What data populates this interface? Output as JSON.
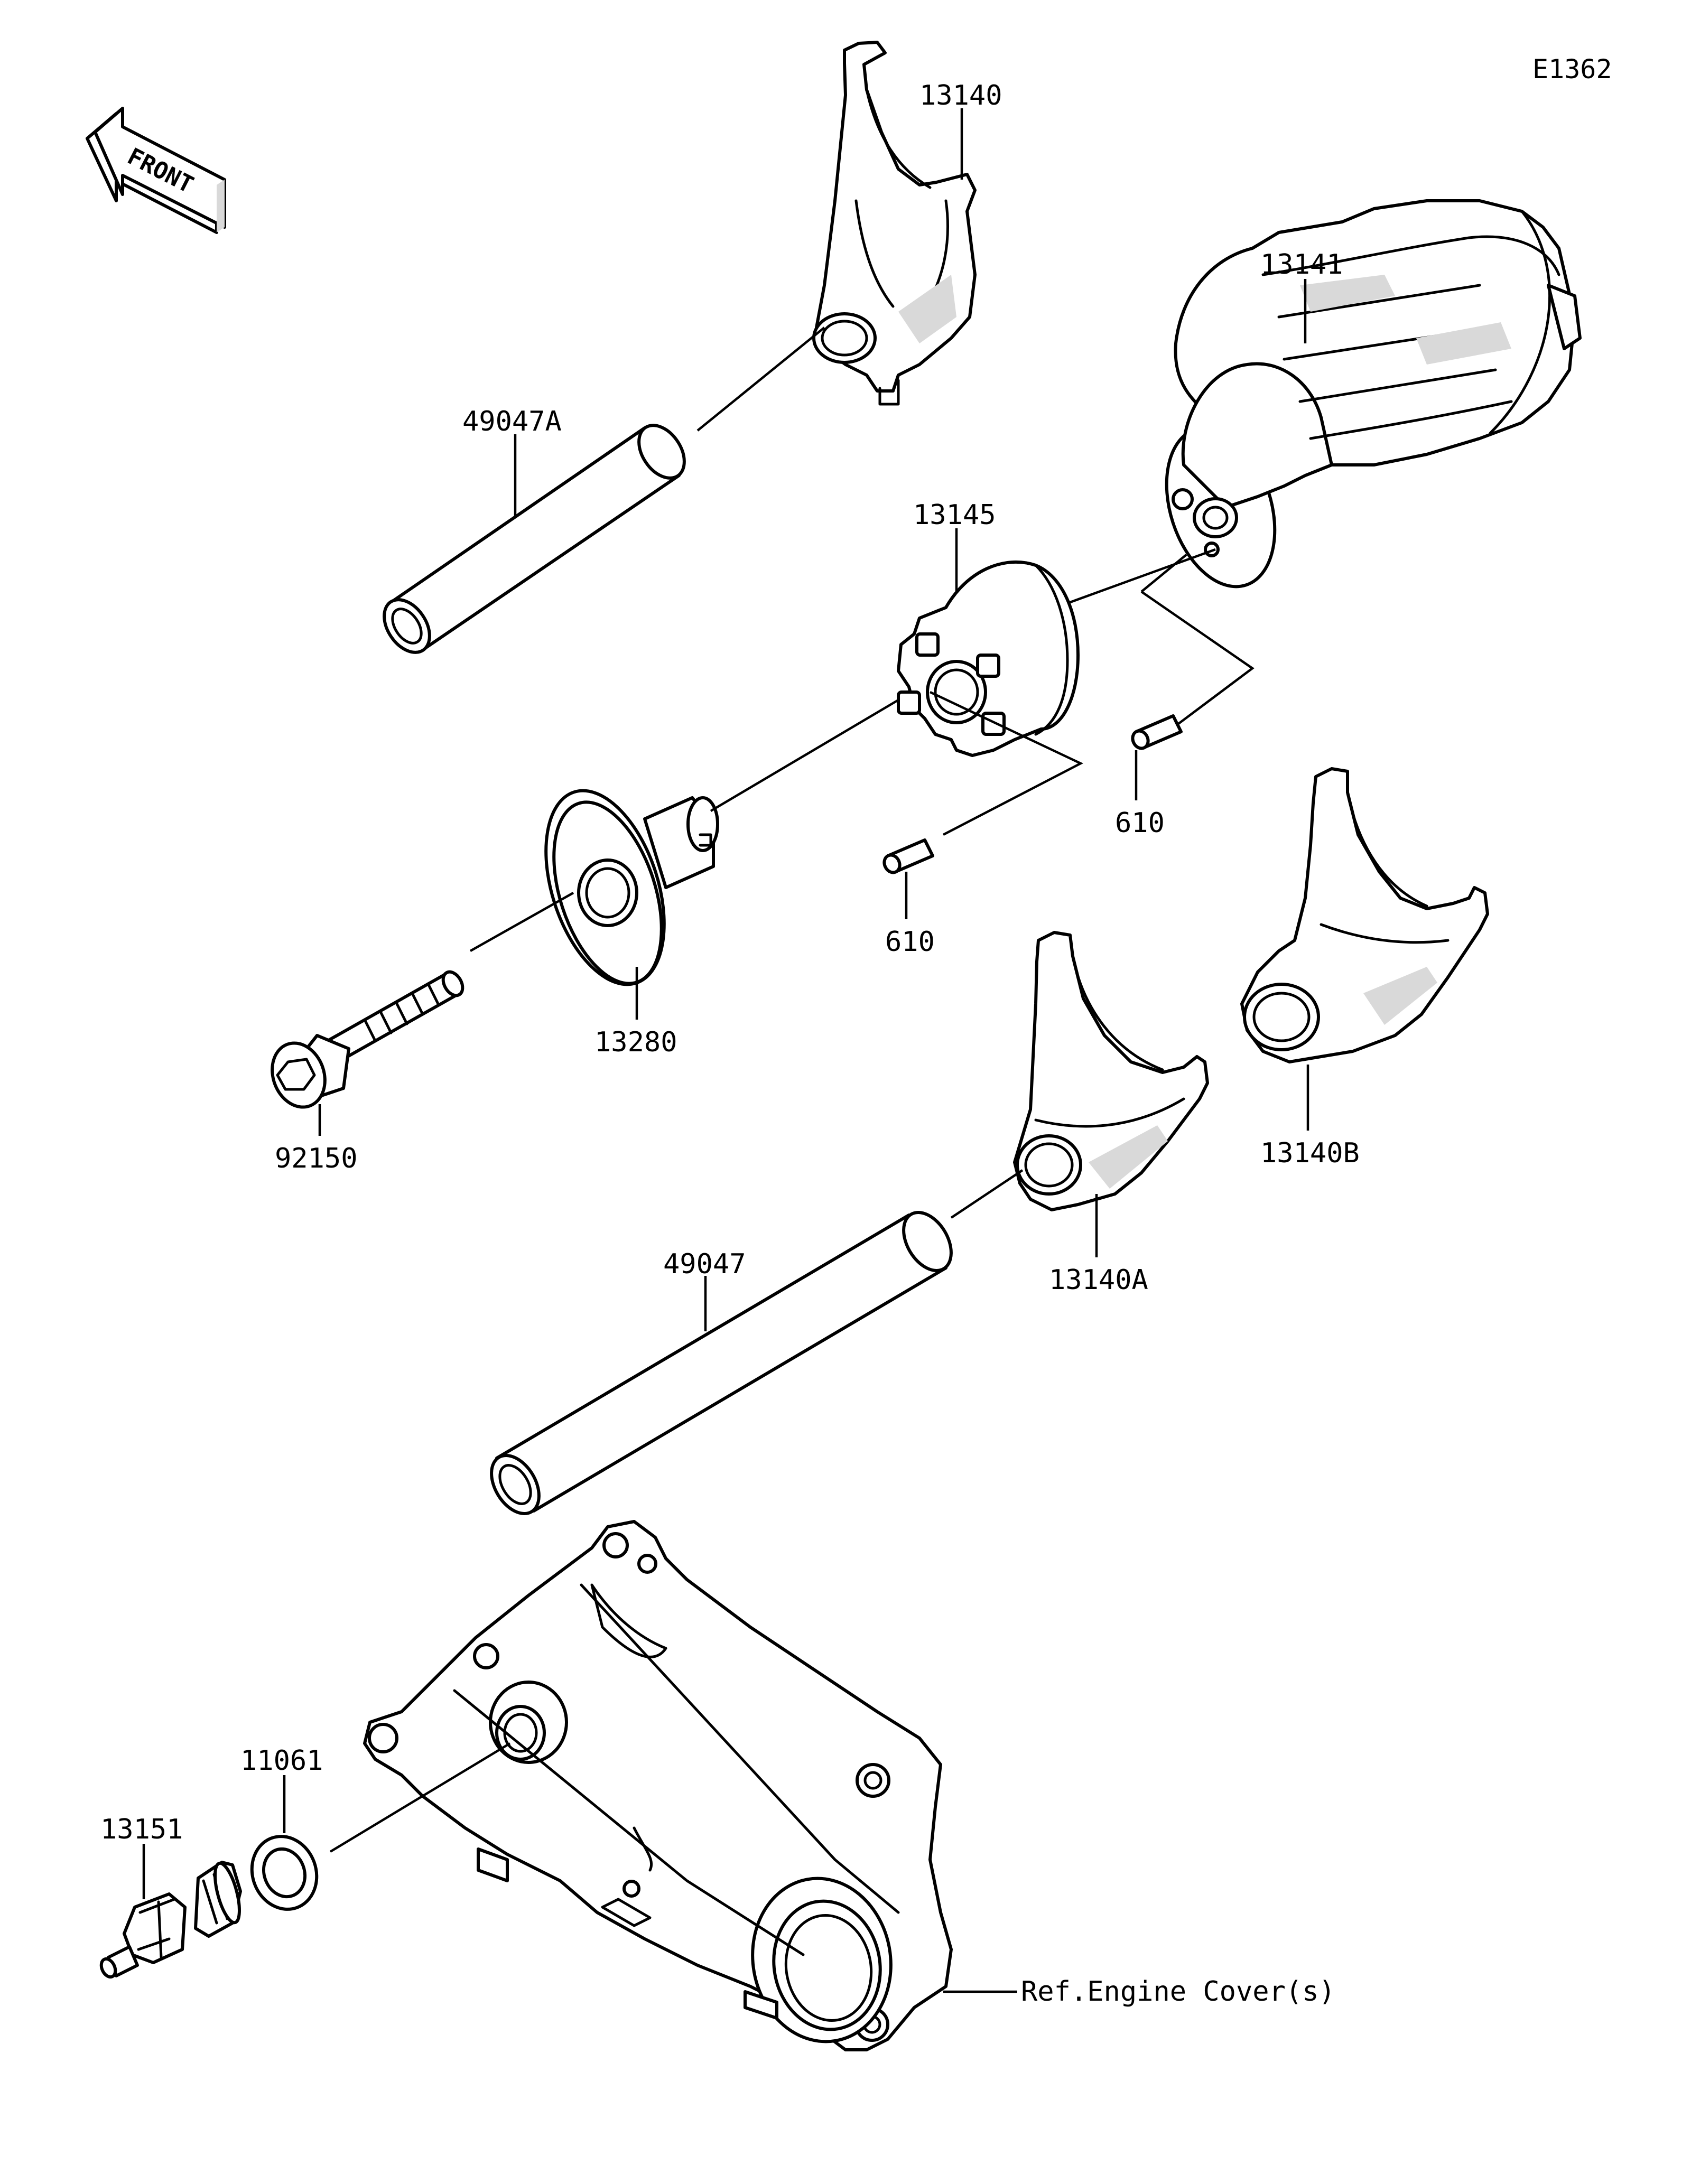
{
  "diagram": {
    "code": "E1362",
    "front_label": "FRONT",
    "parts": [
      {
        "key": "fork_top",
        "number": "13140"
      },
      {
        "key": "drum",
        "number": "13141"
      },
      {
        "key": "shaft_a",
        "number": "49047A"
      },
      {
        "key": "holder",
        "number": "13145"
      },
      {
        "key": "pin_right",
        "number": "610"
      },
      {
        "key": "pin_left",
        "number": "610"
      },
      {
        "key": "plate",
        "number": "13280"
      },
      {
        "key": "bolt",
        "number": "92150"
      },
      {
        "key": "fork_b",
        "number": "13140B"
      },
      {
        "key": "fork_a",
        "number": "13140A"
      },
      {
        "key": "shaft",
        "number": "49047"
      },
      {
        "key": "gasket",
        "number": "11061"
      },
      {
        "key": "switch",
        "number": "13151"
      }
    ],
    "reference": "Ref.Engine Cover(s)"
  }
}
